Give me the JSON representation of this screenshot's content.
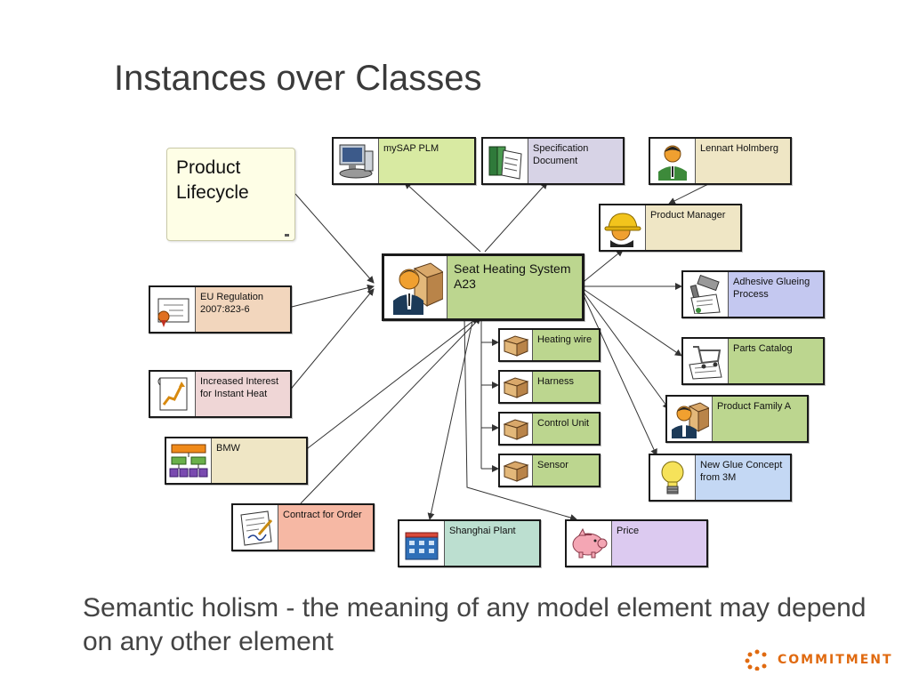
{
  "title": "Instances over Classes",
  "lifecycle_note": "Product\nLifecycle",
  "caption": "Semantic holism - the meaning of any model element may depend on any other element",
  "logo_text": "COMMITMENT",
  "nodes": {
    "center": {
      "label": "Seat Heating System\nA23",
      "color": "#bcd68f",
      "icon": "person-with-box-icon"
    },
    "mysap": {
      "label": "mySAP PLM",
      "color": "#d8eaa2",
      "icon": "computer-icon"
    },
    "spec": {
      "label": "Specification\nDocument",
      "color": "#d7d3e6",
      "icon": "books-document-icon"
    },
    "lennart": {
      "label": "Lennart Holmberg",
      "color": "#efe6c5",
      "icon": "person-icon"
    },
    "pm": {
      "label": "Product Manager",
      "color": "#efe6c5",
      "icon": "hardhat-icon"
    },
    "adhesive": {
      "label": "Adhesive Glueing\nProcess",
      "color": "#c4c8f0",
      "icon": "process-tools-icon"
    },
    "parts": {
      "label": "Parts Catalog",
      "color": "#bcd68f",
      "icon": "cart-icon"
    },
    "family": {
      "label": "Product Family A",
      "color": "#bcd68f",
      "icon": "person-with-box-icon"
    },
    "glue": {
      "label": "New Glue Concept\nfrom 3M",
      "color": "#c4d8f4",
      "icon": "lightbulb-icon"
    },
    "price": {
      "label": "Price",
      "color": "#dccaf0",
      "icon": "piggy-bank-icon"
    },
    "shanghai": {
      "label": "Shanghai Plant",
      "color": "#bcdfd0",
      "icon": "factory-icon"
    },
    "contract": {
      "label": "Contract for Order",
      "color": "#f6b8a4",
      "icon": "contract-icon"
    },
    "bmw": {
      "label": "BMW",
      "color": "#efe6c5",
      "icon": "org-chart-icon"
    },
    "interest": {
      "label": "Increased Interest\nfor Instant Heat",
      "color": "#efd6d6",
      "icon": "trend-chart-icon"
    },
    "eu": {
      "label": "EU Regulation\n2007:823-6",
      "color": "#f2d6bd",
      "icon": "certificate-icon"
    },
    "heating": {
      "label": "Heating wire",
      "color": "#bcd68f",
      "icon": "box-icon"
    },
    "harness": {
      "label": "Harness",
      "color": "#bcd68f",
      "icon": "box-icon"
    },
    "control": {
      "label": "Control Unit",
      "color": "#bcd68f",
      "icon": "box-icon"
    },
    "sensor": {
      "label": "Sensor",
      "color": "#bcd68f",
      "icon": "box-icon"
    }
  }
}
